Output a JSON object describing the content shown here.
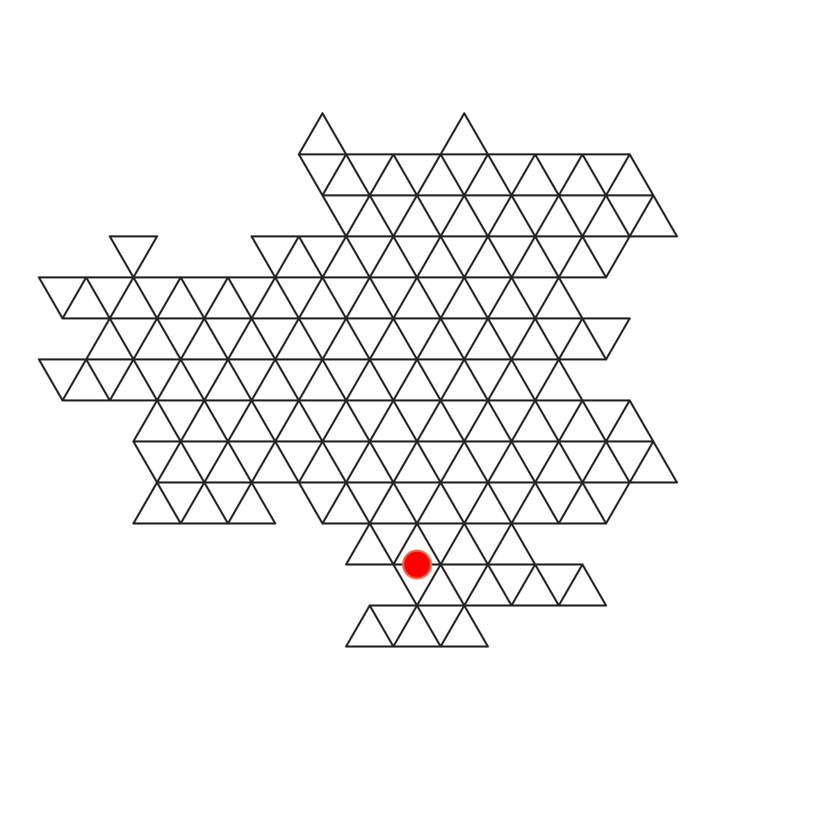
{
  "colors": {
    "background": "#ffffff",
    "line": "#262626",
    "marker": "#ff0000",
    "marker_outline": "#f06a4a"
  },
  "lattice": {
    "type": "triangular-grid",
    "orientation": "point-down",
    "rows": [
      {
        "row": 0,
        "cells": [
          7,
          13
        ]
      },
      {
        "row": 1,
        "cells": [
          6,
          7,
          8,
          9,
          10,
          11,
          12,
          13,
          14,
          15,
          16,
          17,
          18,
          19
        ]
      },
      {
        "row": 2,
        "cells": [
          8,
          9,
          10,
          11,
          12,
          13,
          14,
          15,
          16,
          17,
          18,
          19,
          20,
          21
        ]
      },
      {
        "row": 3,
        "cells": [
          -2,
          4,
          5,
          6,
          7,
          8,
          9,
          10,
          11,
          12,
          13,
          14,
          15,
          16,
          17,
          18
        ]
      },
      {
        "row": 4,
        "cells": [
          -4,
          -3,
          -2,
          -1,
          0,
          1,
          2,
          3,
          4,
          5,
          6,
          7,
          8,
          9,
          10,
          11,
          12,
          13,
          14,
          15,
          16,
          17
        ]
      },
      {
        "row": 5,
        "cells": [
          -3,
          -2,
          -1,
          0,
          1,
          2,
          3,
          4,
          5,
          6,
          7,
          8,
          9,
          10,
          11,
          12,
          13,
          14,
          15,
          16,
          17,
          18
        ]
      },
      {
        "row": 6,
        "cells": [
          -4,
          -3,
          -2,
          -1,
          0,
          1,
          2,
          3,
          4,
          5,
          6,
          7,
          8,
          9,
          10,
          11,
          12,
          13,
          14,
          15,
          16,
          17
        ]
      },
      {
        "row": 7,
        "cells": [
          -1,
          0,
          1,
          2,
          3,
          4,
          5,
          6,
          7,
          8,
          9,
          10,
          11,
          12,
          13,
          14,
          15,
          16,
          17,
          18,
          19
        ]
      },
      {
        "row": 8,
        "cells": [
          0,
          1,
          2,
          3,
          4,
          5,
          6,
          7,
          8,
          9,
          10,
          11,
          12,
          13,
          14,
          15,
          16,
          17,
          18,
          19,
          20,
          21
        ]
      },
      {
        "row": 9,
        "cells": [
          -1,
          0,
          1,
          2,
          3,
          6,
          7,
          8,
          9,
          10,
          11,
          12,
          13,
          14,
          15,
          16,
          17,
          18
        ]
      },
      {
        "row": 10,
        "cells": [
          9,
          10,
          11,
          12,
          13,
          14,
          15
        ]
      },
      {
        "row": 11,
        "cells": [
          10,
          11,
          12,
          13,
          14,
          15,
          16,
          17
        ]
      },
      {
        "row": 12,
        "cells": [
          9,
          10,
          11,
          12,
          13
        ]
      }
    ]
  },
  "marker": {
    "shape": "circle",
    "lattice_vertex": {
      "row": 11,
      "index": 5
    },
    "segment_to_vertex": {
      "row": 11,
      "index": 6
    }
  }
}
